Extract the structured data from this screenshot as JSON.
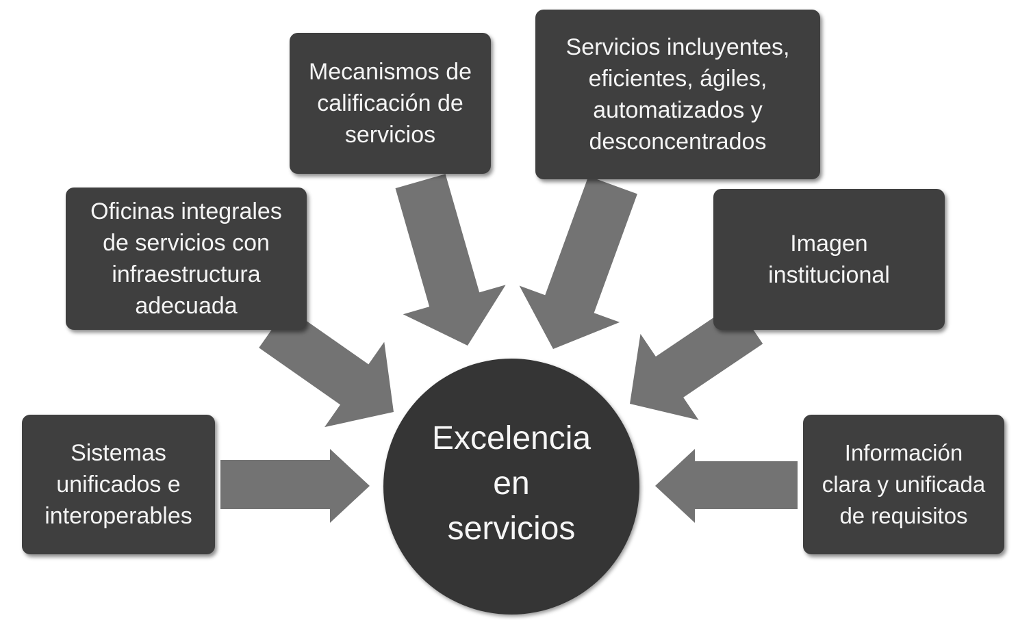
{
  "diagram": {
    "center": {
      "label": "Excelencia\nen\nservicios"
    },
    "nodes": {
      "mecanismos": "Mecanismos de\ncalificación de\nservicios",
      "servicios_incluyentes": "Servicios incluyentes,\neficientes, ágiles,\nautomatizados y\ndesconcentrados",
      "oficinas": "Oficinas integrales\nde servicios con\ninfraestructura\nadecuada",
      "imagen": "Imagen\ninstitucional",
      "sistemas": "Sistemas\nunificados e\ninteroperables",
      "informacion": "Información\nclara y unificada\nde requisitos"
    },
    "colors": {
      "box_fill": "#3f3f3f",
      "center_fill": "#353535",
      "arrow_fill": "#737373",
      "text": "#f4f4f4"
    }
  }
}
